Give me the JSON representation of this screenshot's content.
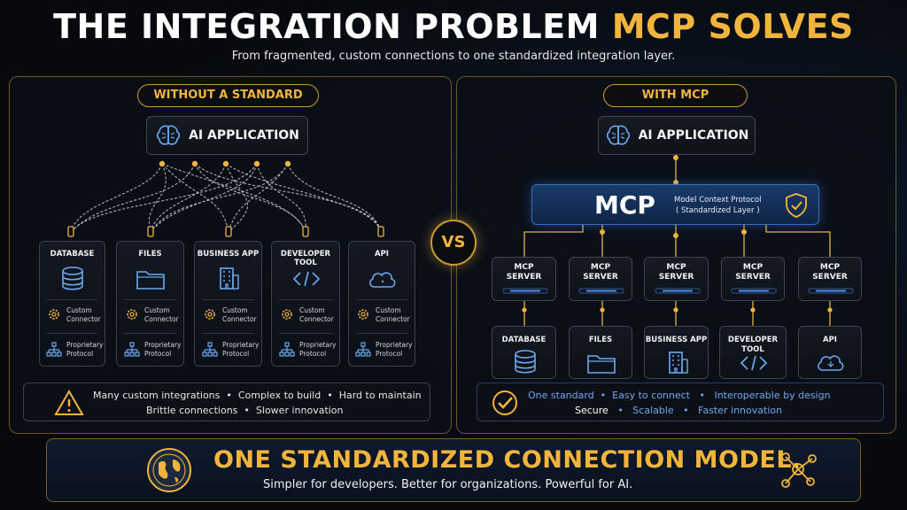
{
  "header": {
    "title_part1": "THE INTEGRATION PROBLEM ",
    "title_part2": "MCP SOLVES",
    "subtitle": "From fragmented, custom connections to one standardized integration layer."
  },
  "left": {
    "badge": "WITHOUT A STANDARD",
    "app_label": "AI APPLICATION",
    "columns": [
      {
        "title": "DATABASE",
        "icon": "database-icon"
      },
      {
        "title": "FILES",
        "icon": "folder-icon"
      },
      {
        "title": "BUSINESS APP",
        "icon": "building-icon"
      },
      {
        "title": "DEVELOPER TOOL",
        "icon": "code-icon"
      },
      {
        "title": "API",
        "icon": "cloud-icon"
      }
    ],
    "connector_line1": "Custom",
    "connector_line2": "Connector",
    "protocol_line1": "Proprietary",
    "protocol_line2": "Protocol",
    "issues_line1": [
      "Many custom integrations",
      "Complex to build",
      "Hard to maintain"
    ],
    "issues_line2": [
      "Brittle connections",
      "Slower innovation"
    ]
  },
  "vs_label": "VS",
  "right": {
    "badge": "WITH MCP",
    "app_label": "AI APPLICATION",
    "mcp_title": "MCP",
    "mcp_sub1": "Model Context Protocol",
    "mcp_sub2": "( Standardized Layer )",
    "server_line1": "MCP",
    "server_line2": "SERVER",
    "destinations": [
      {
        "title": "DATABASE",
        "icon": "database-icon"
      },
      {
        "title": "FILES",
        "icon": "folder-icon"
      },
      {
        "title": "BUSINESS APP",
        "icon": "building-icon"
      },
      {
        "title": "DEVELOPER TOOL",
        "icon": "code-icon"
      },
      {
        "title": "API",
        "icon": "cloud-icon"
      }
    ],
    "benefits_line1": [
      "One standard",
      "Easy to connect",
      "Interoperable by design"
    ],
    "benefits_line2": [
      "Secure",
      "Scalable",
      "Faster innovation"
    ]
  },
  "banner": {
    "title": "ONE STANDARDIZED CONNECTION MODEL.",
    "subtitle": "Simpler for developers. Better for organizations. Powerful for AI."
  },
  "colors": {
    "gold": "#f1b43c",
    "blue": "#3d6fb8",
    "lightblue": "#6aa9f0"
  }
}
